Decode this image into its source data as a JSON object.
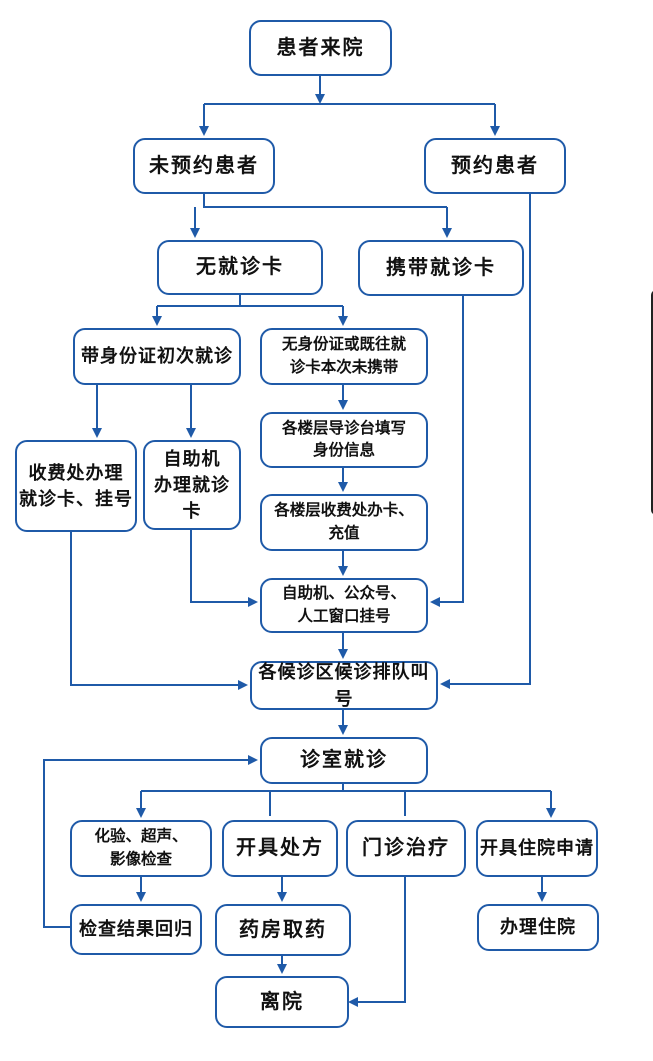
{
  "colors": {
    "line": "#1f5aa8",
    "text": "#111111",
    "background": "#ffffff"
  },
  "nodes": {
    "patient_arrival": "患者来院",
    "no_appointment": "未预约患者",
    "appointment": "预约患者",
    "no_card": "无就诊卡",
    "with_card": "携带就诊卡",
    "first_visit_id": "带身份证初次就诊",
    "no_id_card": "无身份证或既往就\n诊卡本次未携带",
    "cashier_card": "收费处办理\n就诊卡、挂号",
    "self_service_card": "自助机\n办理就诊卡",
    "floor_guide_fill": "各楼层导诊台填写\n身份信息",
    "floor_cashier_card": "各楼层收费处办卡、\n充值",
    "register_channels": "自助机、公众号、\n人工窗口挂号",
    "queue_call": "各候诊区候诊排队叫号",
    "clinic_visit": "诊室就诊",
    "lab_exam": "化验、超声、\n影像检查",
    "prescription": "开具处方",
    "outpatient_treatment": "门诊治疗",
    "admission_request": "开具住院申请",
    "exam_results": "检查结果回归",
    "pharmacy": "药房取药",
    "admission": "办理住院",
    "leave": "离院"
  }
}
